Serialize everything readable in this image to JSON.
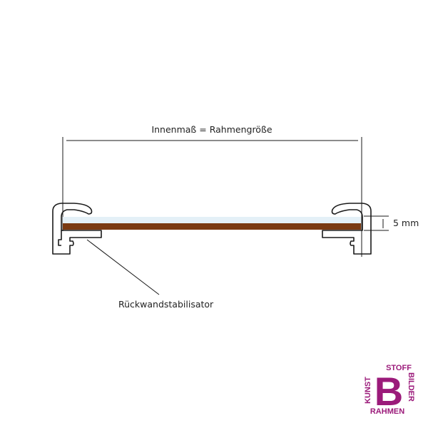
{
  "diagram": {
    "title_dimension_label": "Innenmaß = Rahmengröße",
    "stabilizer_label": "Rückwandstabilisator",
    "depth_label": "5 mm"
  },
  "colors": {
    "profile_stroke": "#1a1a1a",
    "glass": "#e4f0f7",
    "backboard": "#7a3a12",
    "logo_accent": "#9b1a7a"
  },
  "logo": {
    "letter": "B",
    "top": "STOFF",
    "left": "KUNST",
    "right": "BILDER",
    "bottom": "RAHMEN"
  }
}
